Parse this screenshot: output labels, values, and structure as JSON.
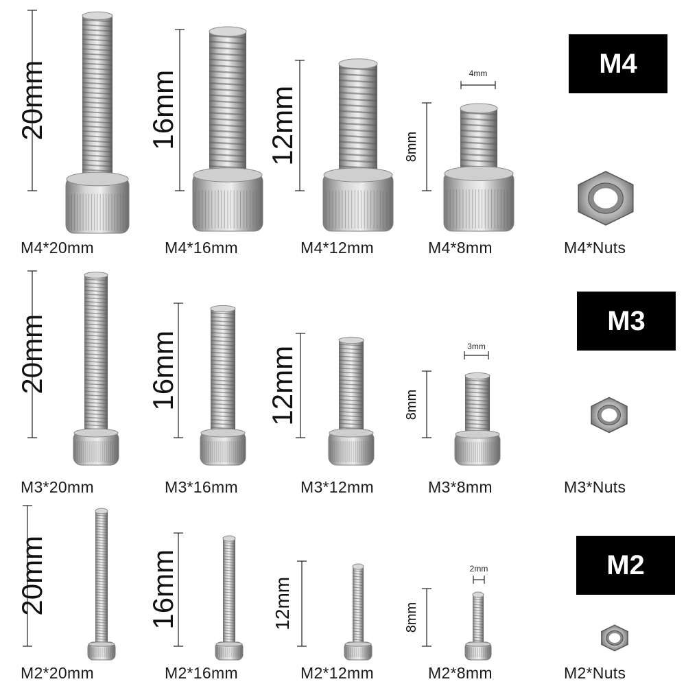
{
  "colors": {
    "badge_bg": "#000000",
    "badge_text": "#ffffff",
    "metal": "#b8b8b8",
    "caption": "#1a1a1a"
  },
  "rows": [
    {
      "badge": "M4",
      "width_label": "4mm",
      "length_labels": [
        "20mm",
        "16mm",
        "12mm",
        "8mm"
      ],
      "captions": [
        "M4*20mm",
        "M4*16mm",
        "M4*12mm",
        "M4*8mm",
        "M4*Nuts"
      ]
    },
    {
      "badge": "M3",
      "width_label": "3mm",
      "length_labels": [
        "20mm",
        "16mm",
        "12mm",
        "8mm"
      ],
      "captions": [
        "M3*20mm",
        "M3*16mm",
        "M3*12mm",
        "M3*8mm",
        "M3*Nuts"
      ]
    },
    {
      "badge": "M2",
      "width_label": "2mm",
      "length_labels": [
        "20mm",
        "16mm",
        "12mm",
        "8mm"
      ],
      "captions": [
        "M2*20mm",
        "M2*16mm",
        "M2*12mm",
        "M2*8mm",
        "M2*Nuts"
      ]
    }
  ]
}
